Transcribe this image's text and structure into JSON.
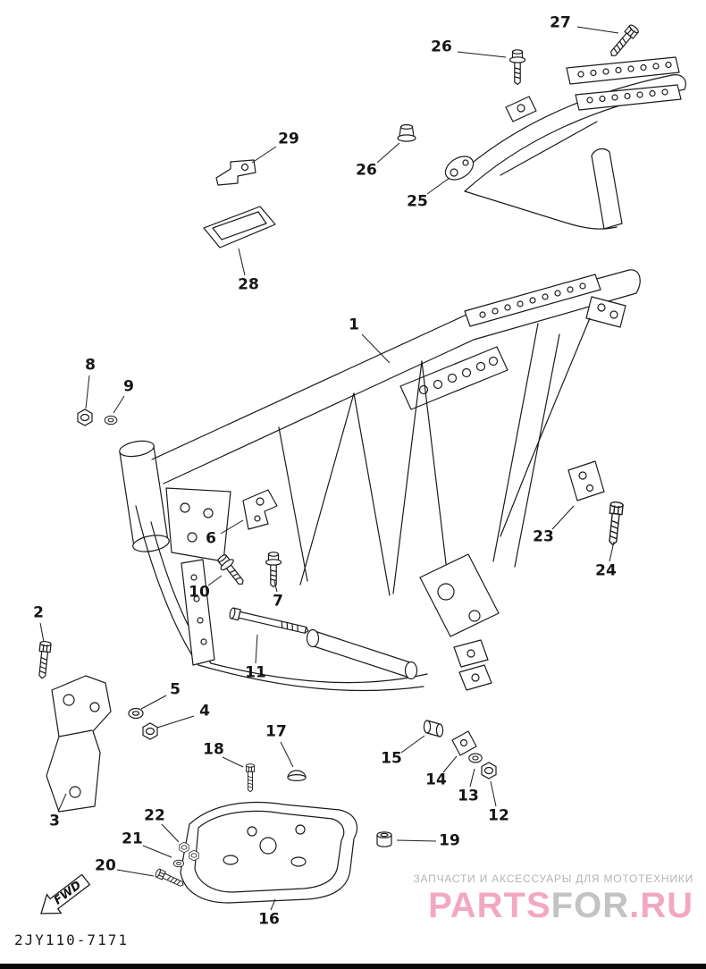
{
  "diagram": {
    "code": "2JY110-7171",
    "fwd_label": "FWD",
    "callouts": [
      {
        "number": "27"
      },
      {
        "number": "26"
      },
      {
        "number": "26"
      },
      {
        "number": "25"
      },
      {
        "number": "29"
      },
      {
        "number": "28"
      },
      {
        "number": "1"
      },
      {
        "number": "8"
      },
      {
        "number": "9"
      },
      {
        "number": "6"
      },
      {
        "number": "10"
      },
      {
        "number": "7"
      },
      {
        "number": "11"
      },
      {
        "number": "2"
      },
      {
        "number": "5"
      },
      {
        "number": "4"
      },
      {
        "number": "3"
      },
      {
        "number": "23"
      },
      {
        "number": "24"
      },
      {
        "number": "15"
      },
      {
        "number": "14"
      },
      {
        "number": "13"
      },
      {
        "number": "12"
      },
      {
        "number": "17"
      },
      {
        "number": "18"
      },
      {
        "number": "19"
      },
      {
        "number": "22"
      },
      {
        "number": "21"
      },
      {
        "number": "20"
      },
      {
        "number": "16"
      }
    ]
  },
  "watermark": {
    "tagline": "ЗАПЧАСТИ И АКСЕССУАРЫ ДЛЯ МОТОТЕХНИКИ",
    "tagline_color": "#b4b4b4",
    "brand_segments": [
      {
        "text": "PARTS",
        "color": "#f2a9c0"
      },
      {
        "text": "FOR",
        "color": "#c3c3c3"
      },
      {
        "text": ".RU",
        "color": "#f2a9c0"
      }
    ]
  },
  "colors": {
    "line": "#1b1b1b",
    "background": "#ffffff",
    "bottom_bar": "#0a0a0a"
  }
}
